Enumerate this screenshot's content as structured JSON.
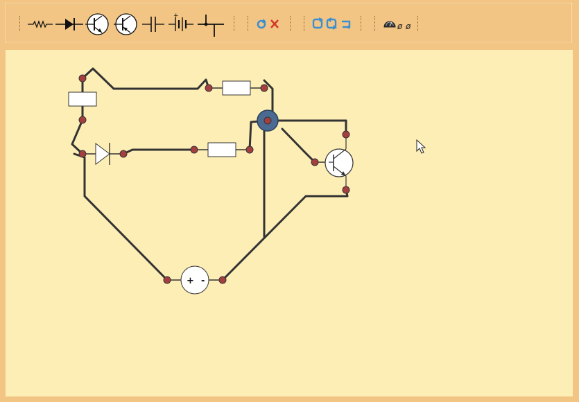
{
  "colors": {
    "toolbar_bg": "#f3c584",
    "canvas_bg": "#fdeeb6",
    "wire": "#333333",
    "node": "#a53f3f",
    "junction": "#4a6a92",
    "refresh_icon": "#3a8fd0",
    "delete_icon": "#d23a2a"
  },
  "toolbar": {
    "groups": [
      {
        "name": "components",
        "icons": [
          "resistor-icon",
          "diode-icon",
          "npn-transistor-icon",
          "pnp-transistor-icon",
          "capacitor-icon",
          "battery-icon",
          "wire-junction-icon"
        ]
      },
      {
        "name": "edit",
        "icons": [
          "refresh-icon",
          "delete-icon"
        ]
      },
      {
        "name": "history",
        "icons": [
          "rotate-icon",
          "flip-icon",
          "redo-icon"
        ]
      },
      {
        "name": "simulation",
        "icons": [
          "meter-icon",
          "probe-icon",
          "probe-alt-icon"
        ]
      }
    ],
    "probe_glyph": "ø"
  },
  "circuit": {
    "source": {
      "plus_label": "+",
      "minus_label": "-"
    }
  }
}
